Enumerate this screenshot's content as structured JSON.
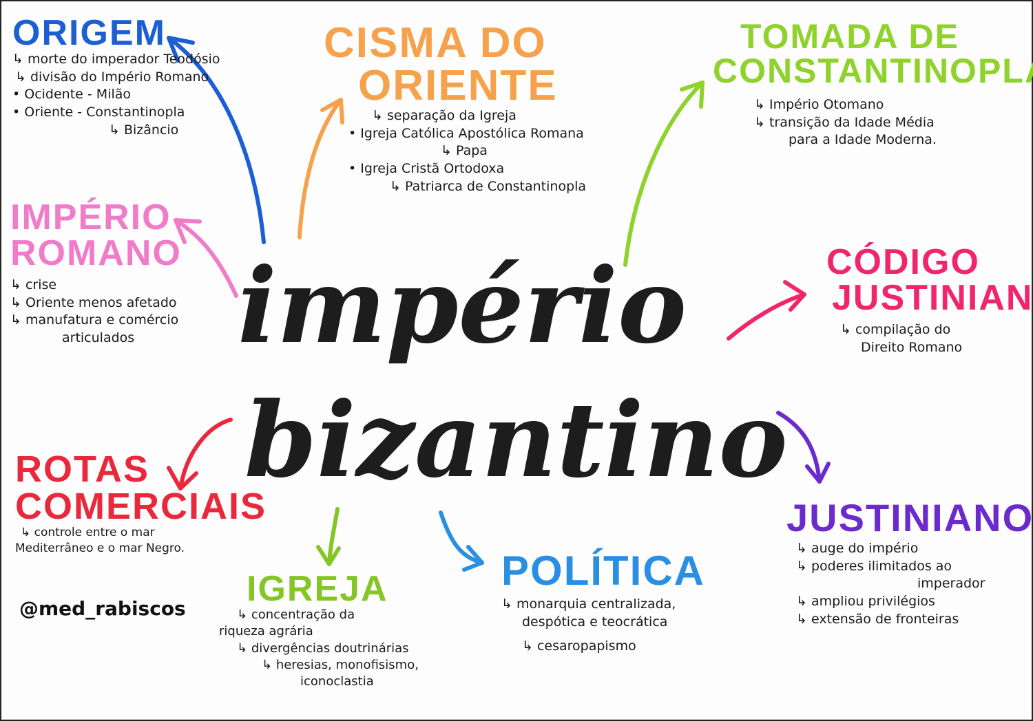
{
  "center": {
    "line1": "império",
    "line2": "bizantino"
  },
  "handle": "@med_rabiscos",
  "colors": {
    "origem": "#1c5fd4",
    "cisma": "#f6a24c",
    "tomada": "#8fd22c",
    "romano": "#f07bc9",
    "codigo": "#f0256c",
    "rotas": "#e9283b",
    "igreja": "#86c526",
    "politica": "#2a8fe3",
    "justiniano": "#6b2bcc"
  },
  "origem": {
    "title": "ORIGEM",
    "items": [
      "morte do imperador Teodósio",
      "divisão do Império Romano",
      "Ocidente - Milão",
      "Oriente - Constantinopla",
      "Bizâncio"
    ]
  },
  "cisma": {
    "title1": "CISMA DO",
    "title2": "ORIENTE",
    "items": [
      "separação da Igreja",
      "Igreja Católica Apostólica Romana",
      "Papa",
      "Igreja Cristã Ortodoxa",
      "Patriarca de Constantinopla"
    ]
  },
  "tomada": {
    "title1": "TOMADA DE",
    "title2": "CONSTANTINOPLA",
    "items": [
      "Império Otomano",
      "transição da Idade Média",
      "para a Idade Moderna."
    ]
  },
  "romano": {
    "title1": "IMPÉRIO",
    "title2": "ROMANO",
    "items": [
      "crise",
      "Oriente menos afetado",
      "manufatura e comércio",
      "articulados"
    ]
  },
  "codigo": {
    "title1": "CÓDIGO",
    "title2": "JUSTINIANO",
    "items": [
      "compilação do",
      "Direito Romano"
    ]
  },
  "rotas": {
    "title1": "ROTAS",
    "title2": "COMERCIAIS",
    "items": [
      "controle entre o mar",
      "Mediterrâneo e o mar Negro."
    ]
  },
  "igreja": {
    "title": "IGREJA",
    "items": [
      "concentração da",
      "riqueza agrária",
      "divergências doutrinárias",
      "heresias, monofisismo,",
      "iconoclastia"
    ]
  },
  "politica": {
    "title": "POLÍTICA",
    "items": [
      "monarquia centralizada,",
      "despótica e teocrática",
      "cesaropapismo"
    ]
  },
  "justiniano": {
    "title": "JUSTINIANO",
    "items": [
      "auge do império",
      "poderes ilimitados ao",
      "imperador",
      "ampliou privilégios",
      "extensão de fronteiras"
    ]
  }
}
